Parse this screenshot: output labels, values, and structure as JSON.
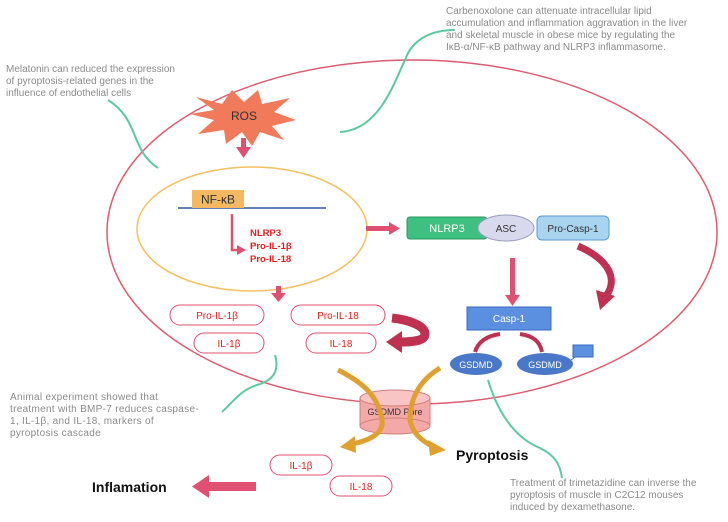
{
  "colors": {
    "cell_border": "#e05a70",
    "green_curve": "#5cc9a0",
    "ros_fill": "#f07a5a",
    "nfkb_fill": "#f4b860",
    "nucleus_border": "#f4c060",
    "nlrp3_fill": "#3fbf80",
    "asc_fill": "#d9d9ee",
    "procasp_fill": "#a9d4f0",
    "casp_fill": "#5b8fe0",
    "gsdmd_fill": "#4a78c8",
    "pore_fill": "#f4a8a8",
    "red_text": "#e02020",
    "arrow_red": "#e05070",
    "arrow_dark": "#c03050",
    "arrow_orange": "#e0a030"
  },
  "notes": {
    "melatonin": [
      "Melatonin can reduced the expression",
      "of pyroptosis-related genes in the",
      "influence of endothelial cells"
    ],
    "carbenoxolone": [
      "Carbenoxolone can attenuate intracellular lipid",
      "accumulation and inflammation aggravation in the liver",
      "and skeletal muscle in obese mice by regulating the",
      "IκB-α/NF-κB pathway and NLRP3 inflammasome."
    ],
    "bmp7": [
      "Animal experiment showed that",
      "treatment with BMP-7 reduces caspase-",
      "1, IL-1β, and IL-18, markers of",
      "pyroptosis cascade"
    ],
    "trimetazidine": [
      "Treatment of trimetazidine can inverse the",
      "pyroptosis of muscle in C2C12 mouses",
      "induced by dexamethasone."
    ]
  },
  "nodes": {
    "ros": "ROS",
    "nfkb": "NF-κB",
    "genes": [
      "NLRP3",
      "Pro-IL-1β",
      "Pro-IL-18"
    ],
    "nlrp3": "NLRP3",
    "asc": "ASC",
    "procasp1": "Pro-Casp-1",
    "casp1": "Casp-1",
    "gsdmd_left": "GSDMD",
    "gsdmd_right": "GSDMD",
    "pro_il1b": "Pro-IL-1β",
    "pro_il18": "Pro-IL-18",
    "il1b_inner": "IL-1β",
    "il18_inner": "IL-18",
    "pore": "GSDMD Pore",
    "pyroptosis": "Pyroptosis",
    "il1b_outer": "IL-1β",
    "il18_outer": "IL-18",
    "inflammation": "Inflamation"
  }
}
